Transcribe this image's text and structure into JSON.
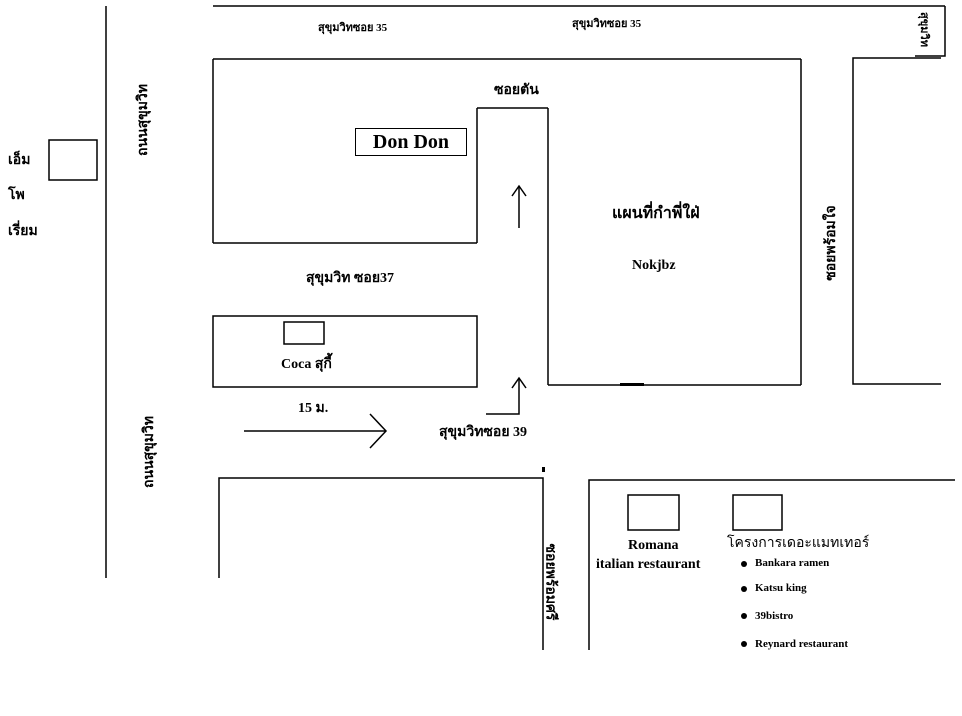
{
  "map": {
    "roads": {
      "soi35_left": "สุขุมวิทซอย 35",
      "soi35_right": "สุขุมวิทซอย 35",
      "soi_corner_top": "สุขุมวิท",
      "dead_end": "ซอยตัน",
      "sukhumvit_upper": "ถนนสุขุมวิท",
      "sukhumvit_lower": "ถนนสุขุมวิท",
      "soi37": "สุขุมวิท ซอย37",
      "soi39": "สุขุมวิทซอย 39",
      "soi_prompjai": "ซอยพร้อมใจ",
      "soi_prompsri": "ซอยพร้อมศรี"
    },
    "places": {
      "emporium": [
        "เอ็ม",
        "โพ",
        "เรี่ยม"
      ],
      "don_don": "Don Don",
      "flagship": "แผนที่กำพี่ใฝ่",
      "nokjbz": "Nokjbz",
      "coca": "Coca สุกี้",
      "romana_1": "Romana",
      "romana_2": "italian restaurant",
      "project": "โครงการเดอะแมทเทอร์",
      "restaurants": [
        "Bankara ramen",
        "Katsu king",
        "39bistro",
        "Reynard restaurant"
      ]
    },
    "distance_note": "15 ม."
  }
}
